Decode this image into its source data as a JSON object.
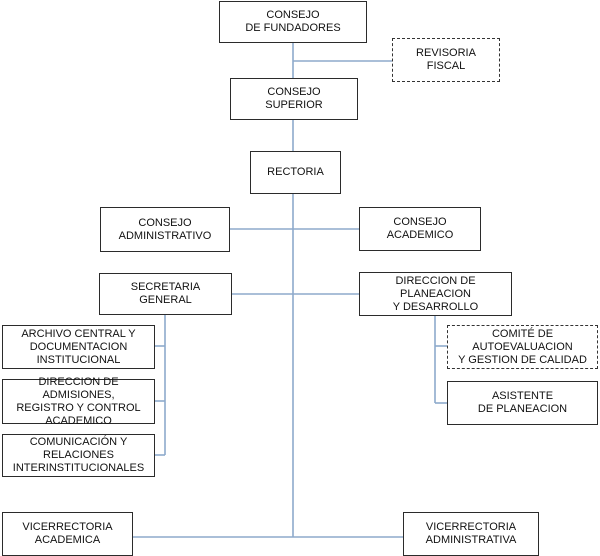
{
  "nodes": {
    "consejo_fundadores": "CONSEJO\nDE FUNDADORES",
    "revisoria_fiscal": "REVISORIA\nFISCAL",
    "consejo_superior": "CONSEJO\nSUPERIOR",
    "rectoria": "RECTORIA",
    "consejo_administrativo": "CONSEJO\nADMINISTRATIVO",
    "consejo_academico": "CONSEJO\nACADEMICO",
    "secretaria_general": "SECRETARIA\nGENERAL",
    "direccion_planeacion": "DIRECCION DE PLANEACION\nY DESARROLLO",
    "archivo_central": "ARCHIVO CENTRAL Y\nDOCUMENTACION\nINSTITUCIONAL",
    "direccion_admisiones": "DIRECCION DE ADMISIONES,\nREGISTRO Y CONTROL\nACADEMICO",
    "comunicacion": "COMUNICACIÓN Y\nRELACIONES\nINTERINSTITUCIONALES",
    "comite_autoevaluacion": "COMITÉ DE\nAUTOEVALUACION\nY GESTION DE CALIDAD",
    "asistente_planeacion": "ASISTENTE\nDE PLANEACION",
    "vicerrectoria_academica": "VICERRECTORIA\nACADEMICA",
    "vicerrectoria_administrativa": "VICERRECTORIA\nADMINISTRATIVA"
  },
  "colors": {
    "connector": "#8eaacb",
    "border": "#2b2b2b",
    "background": "#ffffff"
  }
}
